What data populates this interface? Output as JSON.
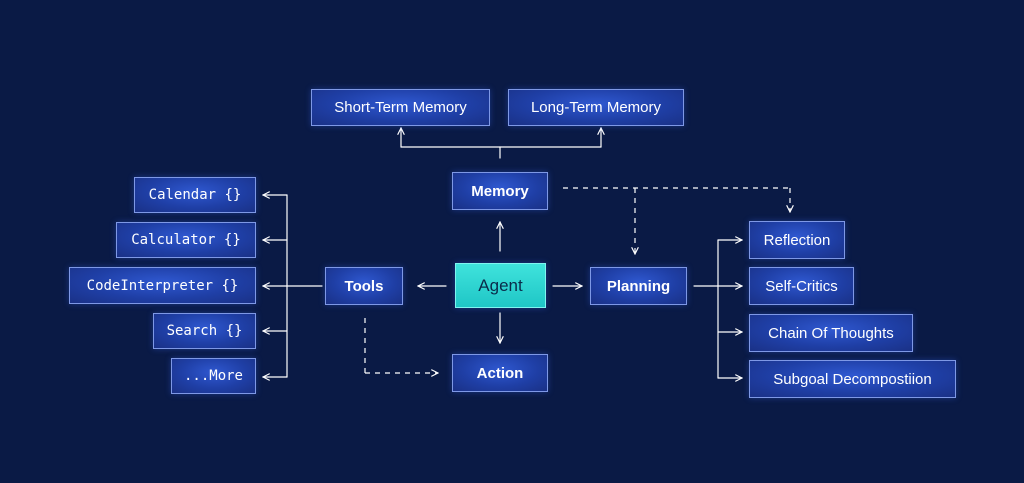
{
  "diagram": {
    "agent": "Agent",
    "memory": {
      "label": "Memory",
      "children": [
        "Short-Term Memory",
        "Long-Term Memory"
      ]
    },
    "tools": {
      "label": "Tools",
      "children": [
        "Calendar {}",
        "Calculator {}",
        "CodeInterpreter {}",
        "Search {}",
        "...More"
      ]
    },
    "planning": {
      "label": "Planning",
      "children": [
        "Reflection",
        "Self-Critics",
        "Chain Of Thoughts",
        "Subgoal Decompostiion"
      ]
    },
    "action": "Action"
  },
  "colors": {
    "background": "#0a1a45",
    "node_fill": "#1f3fa6",
    "node_border": "#7e98e6",
    "agent_fill": "#22c8c8",
    "connector": "#ffffff"
  }
}
